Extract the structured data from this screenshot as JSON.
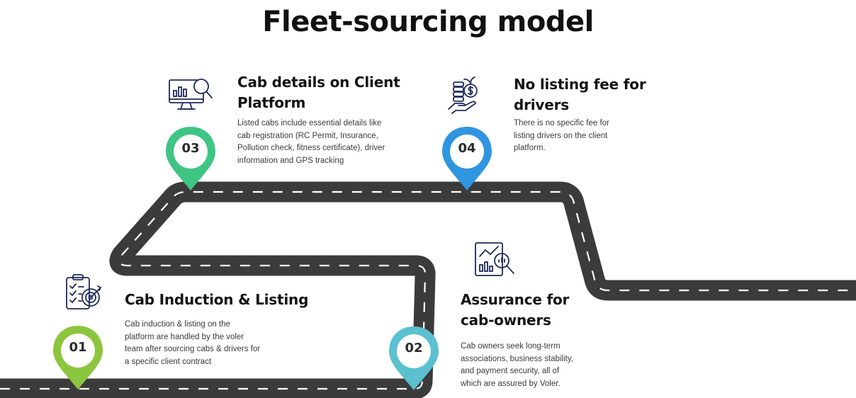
{
  "title": "Fleet-sourcing model",
  "colors": {
    "road": "#3b3b3b",
    "pin_01": "#8cc63f",
    "pin_02": "#5bc0cf",
    "pin_03": "#3fc583",
    "pin_04": "#2f95e0",
    "icon": "#1f2a5a"
  },
  "steps": [
    {
      "number": "01",
      "title_lines": [
        "Cab Induction & Listing"
      ],
      "desc_lines": [
        "Cab induction & listing on the",
        "platform are handled by the voler",
        "team after sourcing cabs & drivers for",
        "a specific client contract"
      ],
      "icon": "checklist-target-icon"
    },
    {
      "number": "02",
      "title_lines": [
        "Assurance for",
        "cab-owners"
      ],
      "desc_lines": [
        "Cab owners seek long-term",
        "associations, business stability,",
        "and payment security, all of",
        "which are assured by Voler."
      ],
      "icon": "report-magnifier-icon"
    },
    {
      "number": "03",
      "title_lines": [
        "Cab details on Client",
        "Platform"
      ],
      "desc_lines": [
        "Listed cabs include essential details like",
        "cab registration (RC Permit, Insurance,",
        "Pollution check, fitness certificate), driver",
        "information and GPS tracking"
      ],
      "icon": "monitor-analytics-icon"
    },
    {
      "number": "04",
      "title_lines": [
        "No listing fee for",
        "drivers"
      ],
      "desc_lines": [
        "There is no specific fee for",
        "listing drivers on the client",
        "platform."
      ],
      "icon": "hand-coins-icon"
    }
  ]
}
